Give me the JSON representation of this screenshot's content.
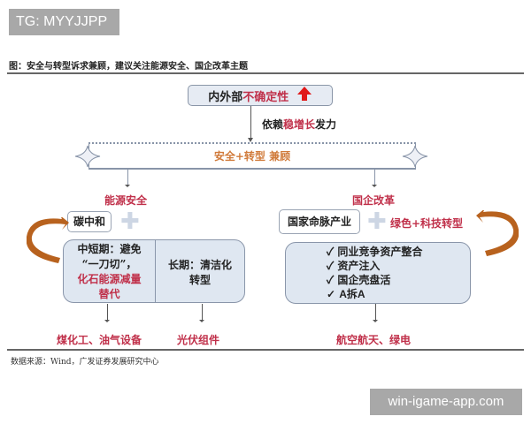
{
  "watermarks": {
    "top_left": "TG: MYYJJPP",
    "bottom_right": "win-igame-app.com"
  },
  "figure": {
    "title": "图：安全与转型诉求兼顾，建议关注能源安全、国企改革主题",
    "source": "数据来源：Wind，广发证券发展研究中心"
  },
  "top": {
    "prefix": "内外部",
    "highlight": "不确定性",
    "arrow_icon": "up-arrow-red",
    "connector_prefix": "依赖",
    "connector_highlight": "稳增长",
    "connector_suffix": "发力"
  },
  "band": {
    "label": "安全+转型 兼顾"
  },
  "left": {
    "title": "能源安全",
    "pill": "碳中和",
    "short_term": {
      "line1": "中短期：避免",
      "line2": "“一刀切”，",
      "highlight1": "化石能源减量",
      "highlight2": "替代"
    },
    "long_term": {
      "line1": "长期：清洁化",
      "line2": "转型"
    },
    "outcomes": [
      "煤化工、油气设备",
      "光伏组件"
    ]
  },
  "right": {
    "title": "国企改革",
    "pill": "国家命脉产业",
    "highlight": "绿色+科技转型",
    "checklist": [
      "同业竞争资产整合",
      "资产注入",
      "国企壳盘活",
      "A拆A"
    ],
    "check_icon": "✓",
    "outcomes": [
      "航空航天、绿电"
    ]
  },
  "colors": {
    "highlight_red": "#c0304a",
    "band_orange": "#d07a3a",
    "panel_fill": "#dfe7f1",
    "curved_arrow": "#b8621e"
  }
}
